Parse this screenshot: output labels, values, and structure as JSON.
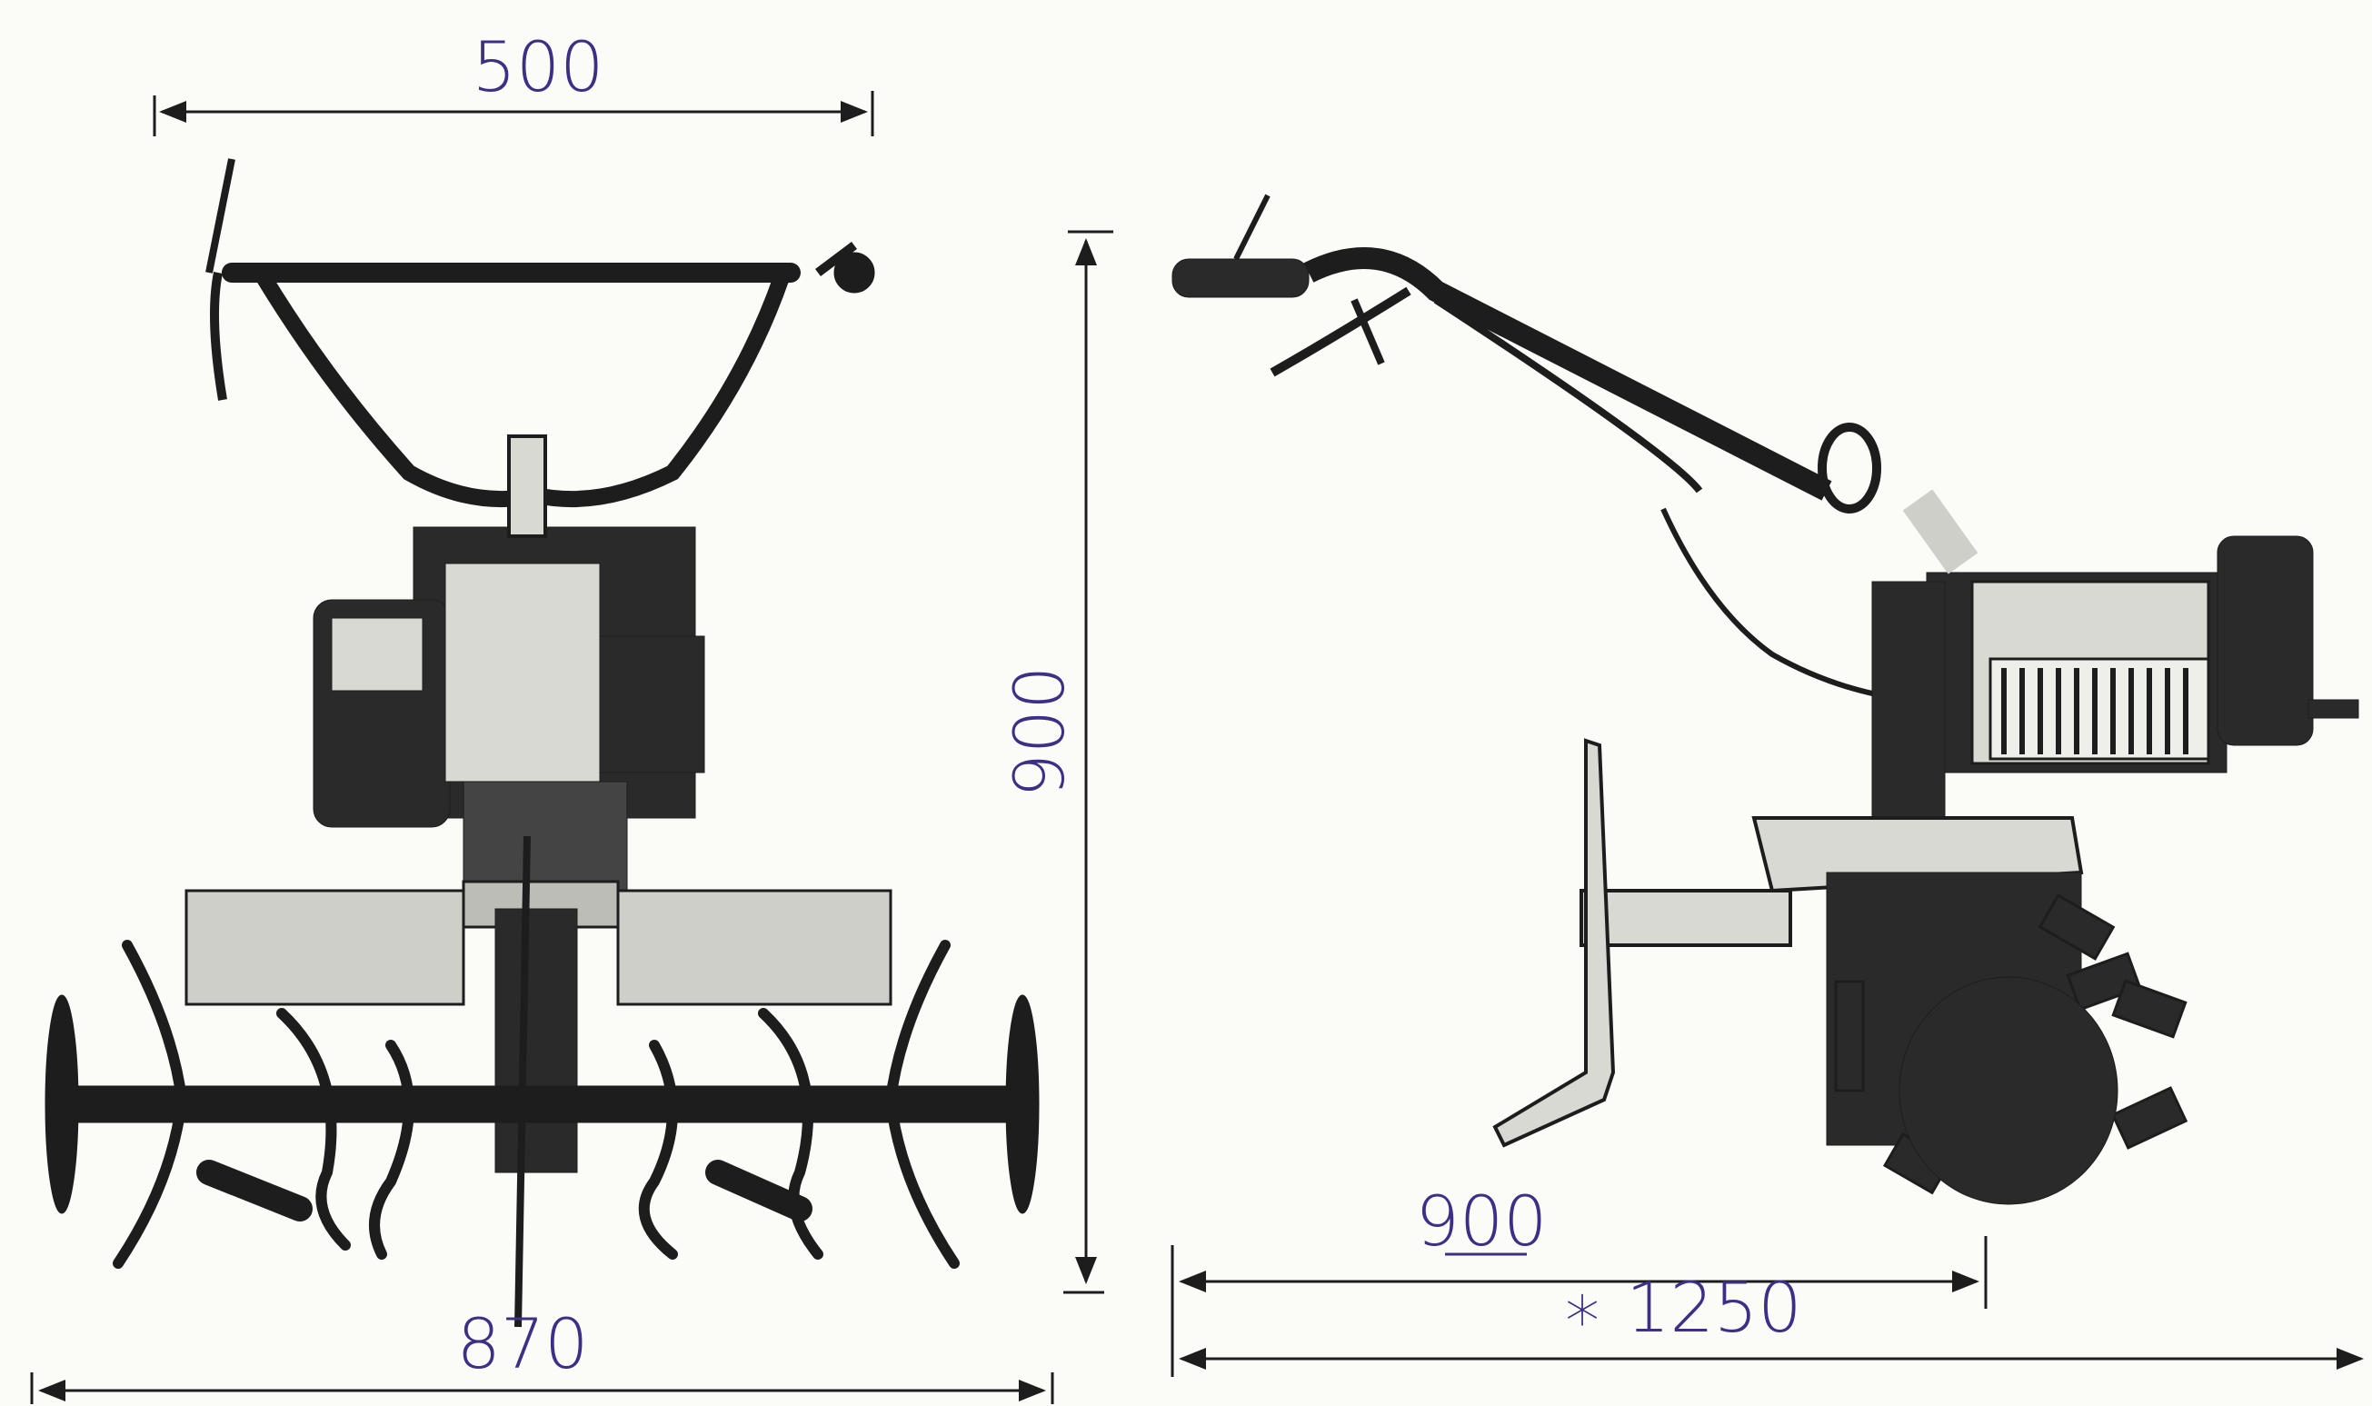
{
  "dimensions": {
    "handle_width": "500",
    "overall_height": "900",
    "tine_width": "870",
    "side_length_to_tines": "900",
    "overall_length": "∗ 1250"
  },
  "colors": {
    "ink": "#1d1d1d",
    "dimension_text": "#3b2f86",
    "paper": "#fbfbf8",
    "metal_light": "#d9d9d4",
    "metal_dark": "#2a2a2a"
  }
}
